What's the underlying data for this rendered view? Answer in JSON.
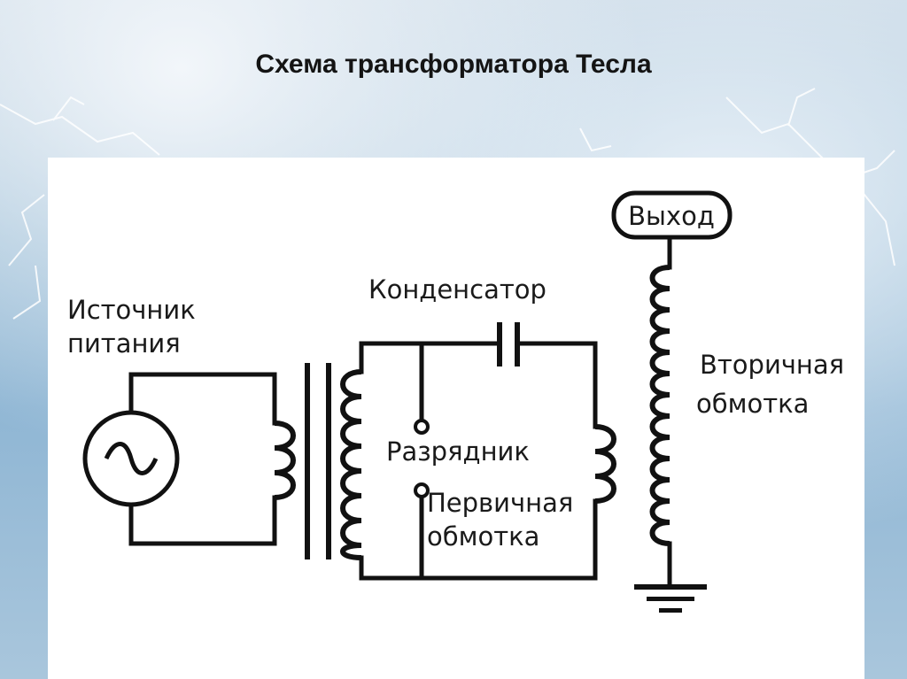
{
  "slide": {
    "title": "Схема трансформатора Тесла"
  },
  "labels": {
    "power_source": [
      "Источник",
      "питания"
    ],
    "capacitor": "Конденсатор",
    "spark_gap": "Разрядник",
    "primary_winding": [
      "Первичная",
      "обмотка"
    ],
    "secondary_winding": [
      "Вторичная",
      "обмотка"
    ],
    "output": "Выход"
  },
  "colors": {
    "ink": "#111111",
    "panel": "#ffffff",
    "sky": "#9fc0d8"
  },
  "icons": [
    "ac-source-icon",
    "ground-icon",
    "capacitor-icon",
    "coil-icon",
    "spark-gap-icon"
  ]
}
